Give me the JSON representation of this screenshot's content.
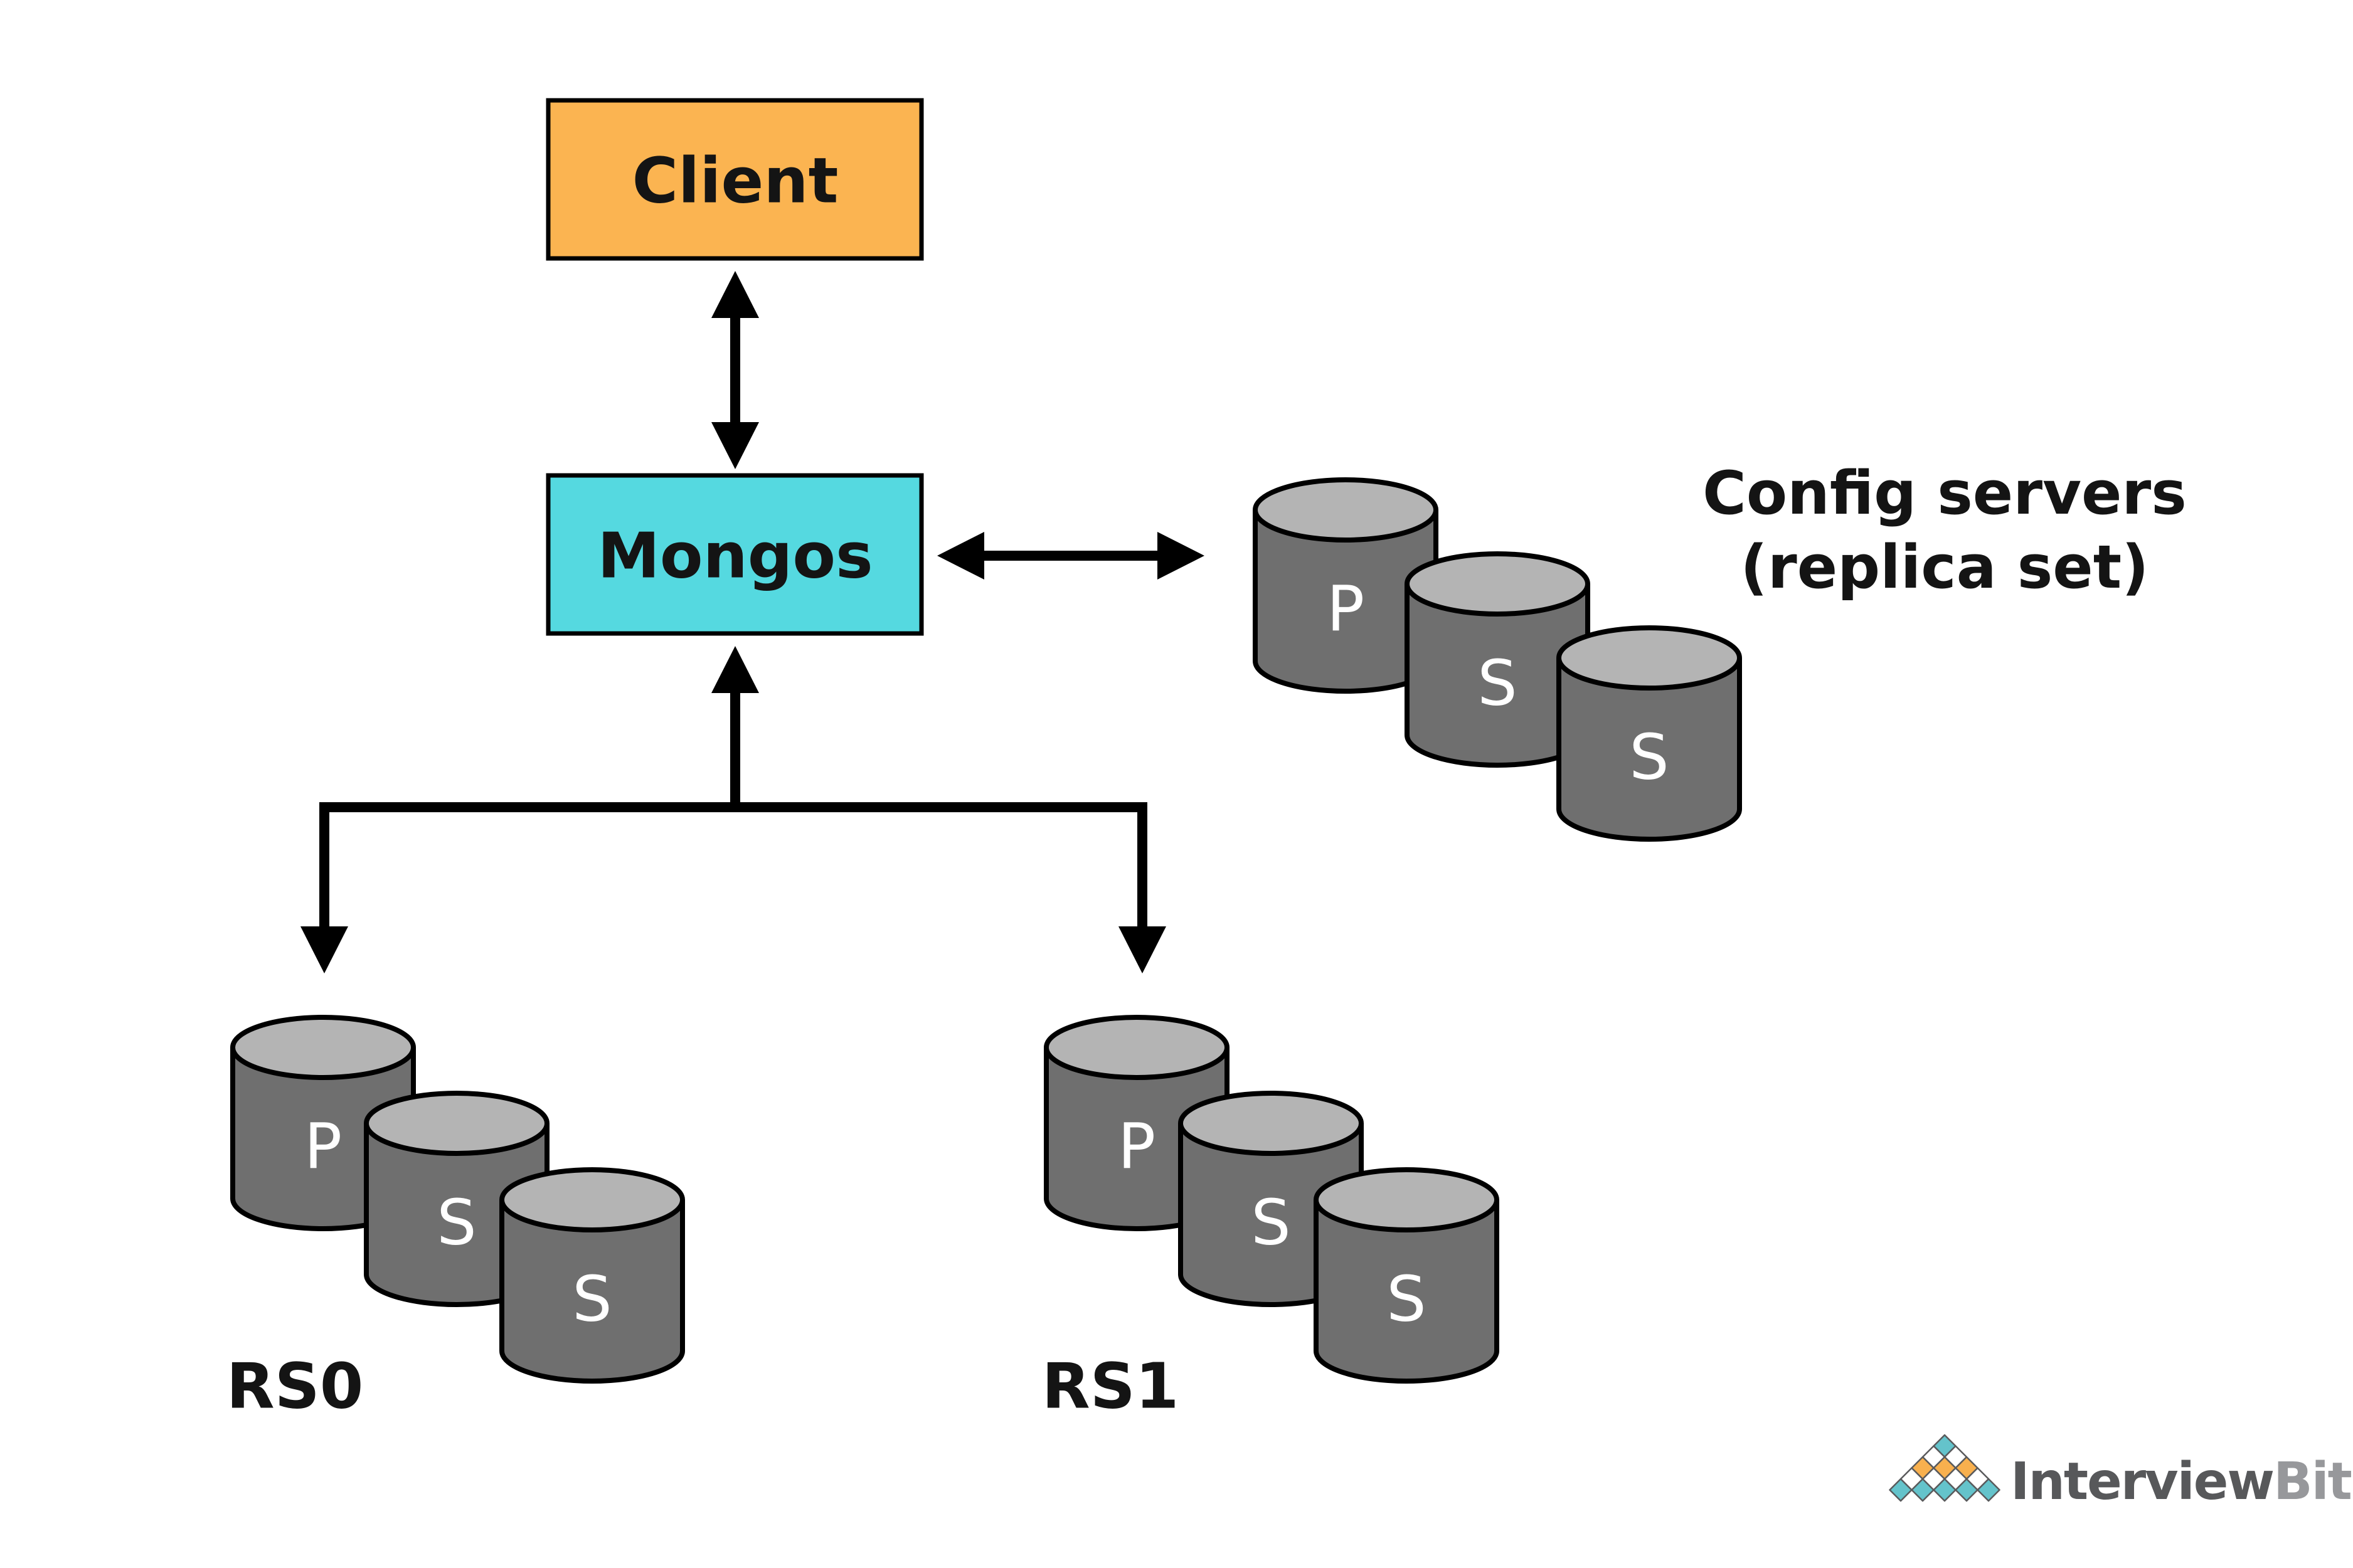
{
  "diagram": {
    "client": {
      "label": "Client"
    },
    "mongos": {
      "label": "Mongos"
    },
    "config_servers": {
      "caption_line1": "Config servers",
      "caption_line2": "(replica set)",
      "nodes": [
        "P",
        "S",
        "S"
      ]
    },
    "shards": [
      {
        "name": "RS0",
        "nodes": [
          "P",
          "S",
          "S"
        ]
      },
      {
        "name": "RS1",
        "nodes": [
          "P",
          "S",
          "S"
        ]
      }
    ],
    "colors": {
      "client_fill": "#FBB451",
      "mongos_fill": "#55D9E0",
      "cylinder_body": "#6F6F6F",
      "cylinder_top": "#B4B4B4",
      "outline": "#000000",
      "arrow": "#000000"
    }
  },
  "logo": {
    "text_bold": "Interview",
    "text_light": "Bit",
    "colors": {
      "diamond_teal": "#64C3CB",
      "diamond_orange": "#F8B04E",
      "diamond_white": "#FFFFFF",
      "diamond_outline": "#595A5C",
      "text_bold_color": "#57585A",
      "text_light_color": "#97989B"
    }
  }
}
